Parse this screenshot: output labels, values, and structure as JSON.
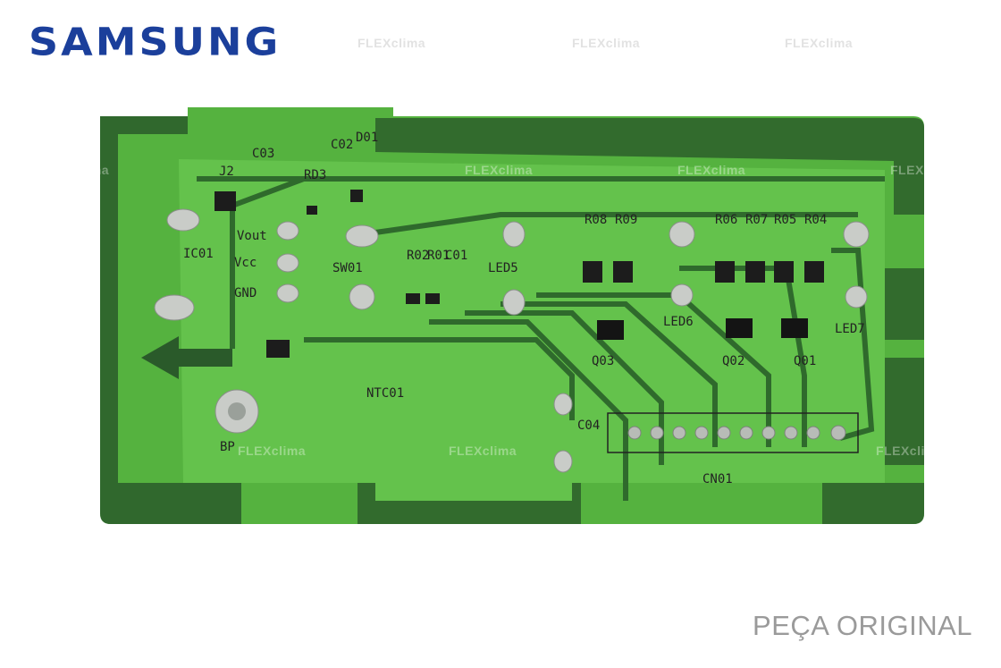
{
  "brand": {
    "name": "SAMSUNG",
    "color": "#1b3f9b"
  },
  "caption": "PEÇA ORIGINAL",
  "watermark": "FLEXclima",
  "board": {
    "background_color": "#4aa83c",
    "trace_color": "#234a22",
    "pad_color": "#c9ccc8",
    "silkscreen": {
      "j2": "J2",
      "c03": "C03",
      "c02": "C02",
      "d01": "D01",
      "rd3": "RD3",
      "ic01": "IC01",
      "vout": "Vout",
      "vcc": "Vcc",
      "gnd": "GND",
      "sw01": "SW01",
      "r02": "R02",
      "r01": "R01",
      "c01": "C01",
      "led5": "LED5",
      "led6": "LED6",
      "led7": "LED7",
      "r08": "R08",
      "r09": "R09",
      "r06": "R06",
      "r07": "R07",
      "r05": "R05",
      "r04": "R04",
      "q03": "Q03",
      "q02": "Q02",
      "q01": "Q01",
      "ntc01": "NTC01",
      "c04": "C04",
      "cn01": "CN01",
      "pad_label": "BP"
    }
  }
}
